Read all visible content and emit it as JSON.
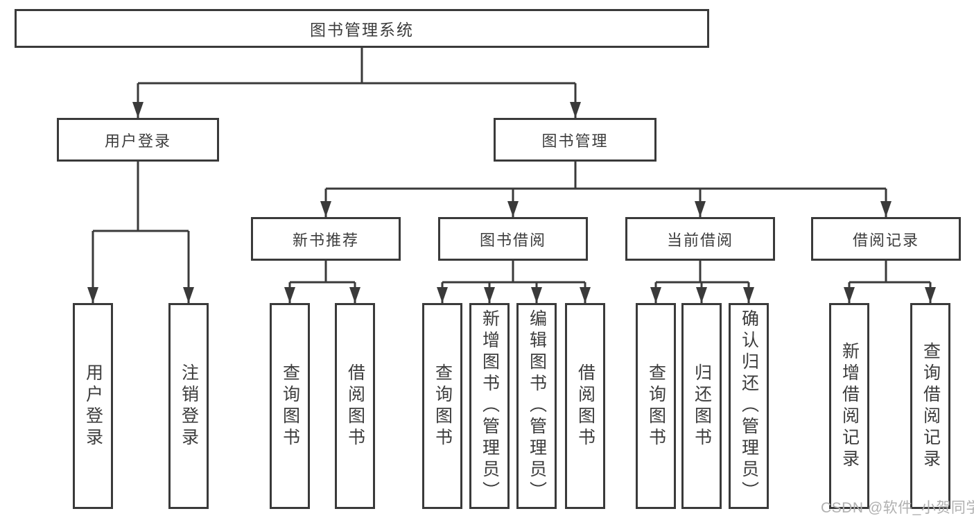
{
  "root": {
    "label": "图书管理系统"
  },
  "branches": [
    {
      "label": "用户登录",
      "leaves": [
        "用户登录",
        "注销登录"
      ]
    },
    {
      "label": "图书管理",
      "groups": [
        {
          "label": "新书推荐",
          "leaves": [
            "查询图书",
            "借阅图书"
          ]
        },
        {
          "label": "图书借阅",
          "leaves": [
            "查询图书",
            "新增图书（管理员）",
            "编辑图书（管理员）",
            "借阅图书"
          ]
        },
        {
          "label": "当前借阅",
          "leaves": [
            "查询图书",
            "归还图书",
            "确认归还（管理员）"
          ]
        },
        {
          "label": "借阅记录",
          "leaves": [
            "新增借阅记录",
            "查询借阅记录"
          ]
        }
      ]
    }
  ],
  "watermark": "CSDN @软件_小贺同学",
  "colors": {
    "line": "#3a3a3a",
    "border": "#3a3a3a",
    "text": "#3c3c3c",
    "watermark": "#b0b0b0"
  }
}
